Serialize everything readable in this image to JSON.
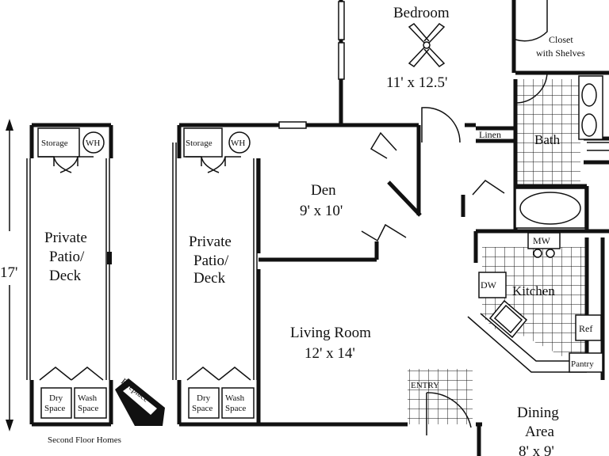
{
  "bedroom": {
    "name": "Bedroom",
    "dims": "11' x 12.5'"
  },
  "closet": {
    "line1": "Closet",
    "line2": "with Shelves"
  },
  "linen": "Linen",
  "bath": "Bath",
  "den": {
    "name": "Den",
    "dims": "9' x 10'"
  },
  "living": {
    "name": "Living Room",
    "dims": "12' x 14'"
  },
  "kitchen": {
    "name": "Kitchen",
    "mw": "MW",
    "dw": "DW",
    "ref": "Ref",
    "pantry": "Pantry"
  },
  "dining": {
    "name1": "Dining",
    "name2": "Area",
    "dims": "8' x 9'"
  },
  "entry": "ENTRY",
  "patio_left": {
    "storage": "Storage",
    "wh": "WH",
    "l1": "Private",
    "l2": "Patio/",
    "l3": "Deck",
    "dry1": "Dry",
    "dry2": "Space",
    "wash1": "Wash",
    "wash2": "Space"
  },
  "patio_right": {
    "storage": "Storage",
    "wh": "WH",
    "l1": "Private",
    "l2": "Patio/",
    "l3": "Deck",
    "dry1": "Dry",
    "dry2": "Space",
    "wash1": "Wash",
    "wash2": "Space"
  },
  "fireplace": "Fireplace",
  "dimension_left": "17'",
  "caption": "Second Floor Homes"
}
